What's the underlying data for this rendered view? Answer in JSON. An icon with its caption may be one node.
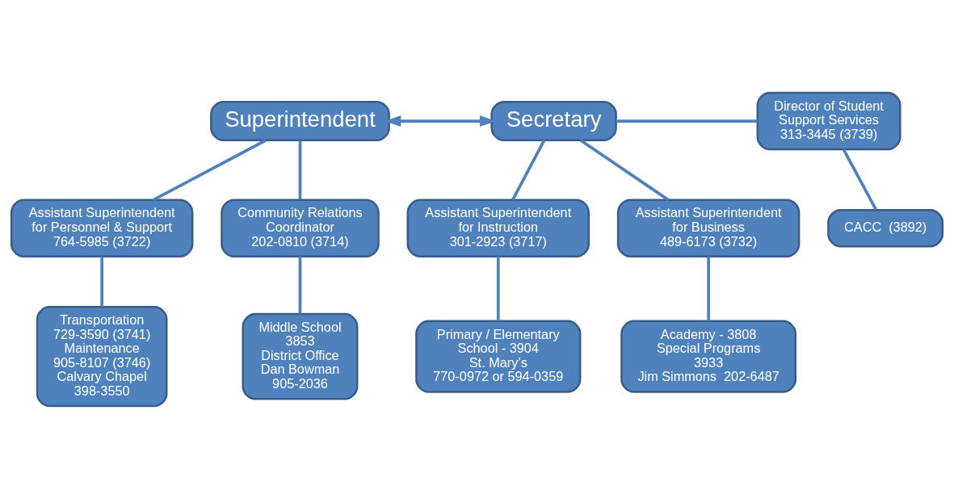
{
  "diagram": {
    "nodes": [
      {
        "text": [
          "Superintendent"
        ]
      },
      {
        "text": [
          "Secretary"
        ]
      },
      {
        "text": [
          "Director of Student Support Services",
          "313-3445 (3739)"
        ]
      },
      {
        "text": [
          "CACC  (3892)"
        ]
      },
      {
        "text": [
          "Assistant Superintendent for Personnel & Support",
          "764-5985 (3722)"
        ]
      },
      {
        "text": [
          "Community Relations Coordinator",
          "202-0810 (3714)"
        ]
      },
      {
        "text": [
          "Assistant Superintendent for Instruction",
          "301-2923 (3717)"
        ]
      },
      {
        "text": [
          "Assistant Superintendent for Business",
          "489-6173 (3732)"
        ]
      },
      {
        "text": [
          "Transportation",
          "729-3590 (3741)",
          "Maintenance",
          "905-8107 (3746)",
          "Calvary Chapel",
          "398-3550"
        ]
      },
      {
        "text": [
          "Middle School",
          "3853",
          "District Office",
          "Dan Bowman",
          "905-2036"
        ]
      },
      {
        "text": [
          "Primary / Elementary School - 3904",
          "St. Mary’s",
          "770-0972 or 594-0359"
        ]
      },
      {
        "text": [
          "Academy - 3808",
          "Special Programs",
          "3933",
          "Jim Simmons  202-6487"
        ]
      }
    ],
    "edges": [
      {
        "from": 0,
        "to": 1,
        "arrow": "both"
      },
      {
        "from": 0,
        "to": 4,
        "arrow": "none"
      },
      {
        "from": 0,
        "to": 5,
        "arrow": "none"
      },
      {
        "from": 1,
        "to": 6,
        "arrow": "none"
      },
      {
        "from": 1,
        "to": 7,
        "arrow": "none"
      },
      {
        "from": 1,
        "to": 2,
        "arrow": "none"
      },
      {
        "from": 2,
        "to": 3,
        "arrow": "none"
      },
      {
        "from": 4,
        "to": 8,
        "arrow": "none"
      },
      {
        "from": 5,
        "to": 9,
        "arrow": "none"
      },
      {
        "from": 6,
        "to": 10,
        "arrow": "none"
      },
      {
        "from": 7,
        "to": 11,
        "arrow": "none"
      }
    ]
  }
}
